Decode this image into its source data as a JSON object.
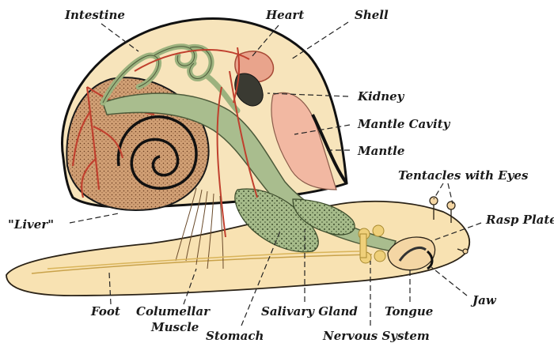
{
  "labels": {
    "intestine": "Intestine",
    "heart": "Heart",
    "shell": "Shell",
    "kidney": "Kidney",
    "mantle_cavity": "Mantle Cavity",
    "mantle": "Mantle",
    "tentacles": "Tentacles with Eyes",
    "rasp_plate": "Rasp Plate",
    "liver": "\"Liver\"",
    "jaw": "Jaw",
    "foot": "Foot",
    "columellar_1": "Columellar",
    "columellar_2": "Muscle",
    "salivary_gland": "Salivary Gland",
    "tongue": "Tongue",
    "stomach": "Stomach",
    "nervous_system": "Nervous System"
  },
  "colors": {
    "body": "#f8e4b4",
    "body_outline": "#2a2216",
    "shell_fill": "#f6e2b8",
    "liver": "#c8956a",
    "vessel": "#c44a3a",
    "gut": "#a9bd8e",
    "gut_dark": "#4c5a3a",
    "mantle_cavity": "#f2b8a2",
    "kidney": "#3a3a32",
    "nerve": "#efd07a"
  }
}
